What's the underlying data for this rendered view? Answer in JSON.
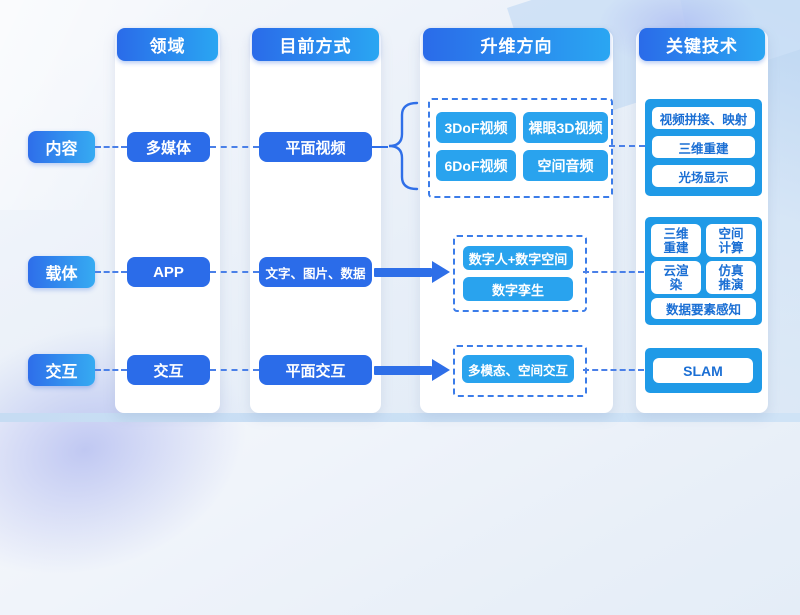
{
  "columns": [
    {
      "header": "领域"
    },
    {
      "header": "目前方式"
    },
    {
      "header": "升维方向"
    },
    {
      "header": "关键技术"
    }
  ],
  "rows": [
    {
      "label": "内容",
      "domain": "多媒体",
      "method": "平面视频",
      "upgrade": [
        "3DoF视频",
        "裸眼3D视频",
        "6DoF视频",
        "空间音频"
      ],
      "key": [
        "视频拼接、映射",
        "三维重建",
        "光场显示"
      ]
    },
    {
      "label": "载体",
      "domain": "APP",
      "method": "文字、图片、数据",
      "upgrade": [
        "数字人+数字空间",
        "数字孪生"
      ],
      "key": [
        "三维重建",
        "空间计算",
        "云渲染",
        "仿真推演",
        "数据要素感知"
      ]
    },
    {
      "label": "交互",
      "domain": "交互",
      "method": "平面交互",
      "upgrade": [
        "多模态、空间交互"
      ],
      "key": [
        "SLAM"
      ]
    }
  ],
  "colors": {
    "header_gradient_start": "#2a6be9",
    "header_gradient_end": "#2aa6f2",
    "solid_box": "#2b6ce9",
    "light_pill": "#29a3ee",
    "key_group_bg": "#1f9ae7",
    "key_text": "#1b6fd4",
    "dashed_line": "#4a80e8",
    "arrow": "#2e6fe8"
  }
}
